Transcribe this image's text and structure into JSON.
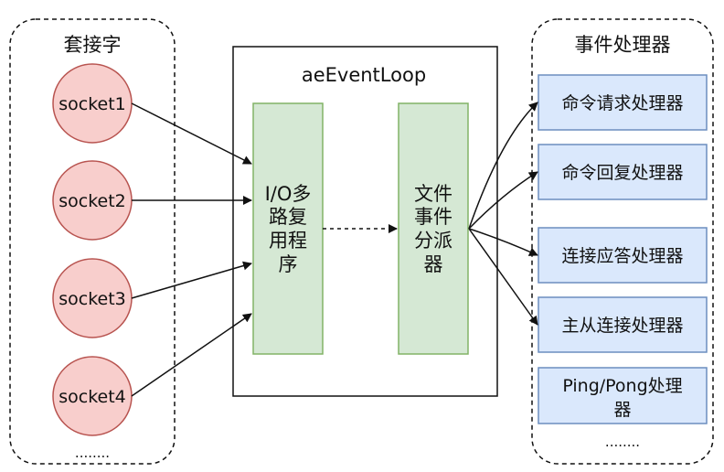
{
  "sockets_panel": {
    "title": "套接字",
    "sockets": [
      "socket1",
      "socket2",
      "socket3",
      "socket4"
    ],
    "more": "........"
  },
  "event_loop": {
    "title": "aeEventLoop",
    "multiplexer_lines": [
      "I/O多",
      "路复",
      "用程",
      "序"
    ],
    "dispatcher_lines": [
      "文件",
      "事件",
      "分派",
      "器"
    ]
  },
  "handlers_panel": {
    "title": "事件处理器",
    "handlers": [
      {
        "lines": [
          "命令请求处理器"
        ]
      },
      {
        "lines": [
          "命令回复处理器"
        ]
      },
      {
        "lines": [
          "连接应答处理器"
        ]
      },
      {
        "lines": [
          "主从连接处理器"
        ]
      },
      {
        "lines": [
          "Ping/Pong处理",
          "器"
        ]
      }
    ],
    "more": "........"
  },
  "colors": {
    "socket_fill": "#f8cecc",
    "socket_stroke": "#b85450",
    "box_green_fill": "#d5e8d4",
    "box_green_stroke": "#82b366",
    "handler_fill": "#dae8fc",
    "handler_stroke": "#6c8ebf"
  }
}
